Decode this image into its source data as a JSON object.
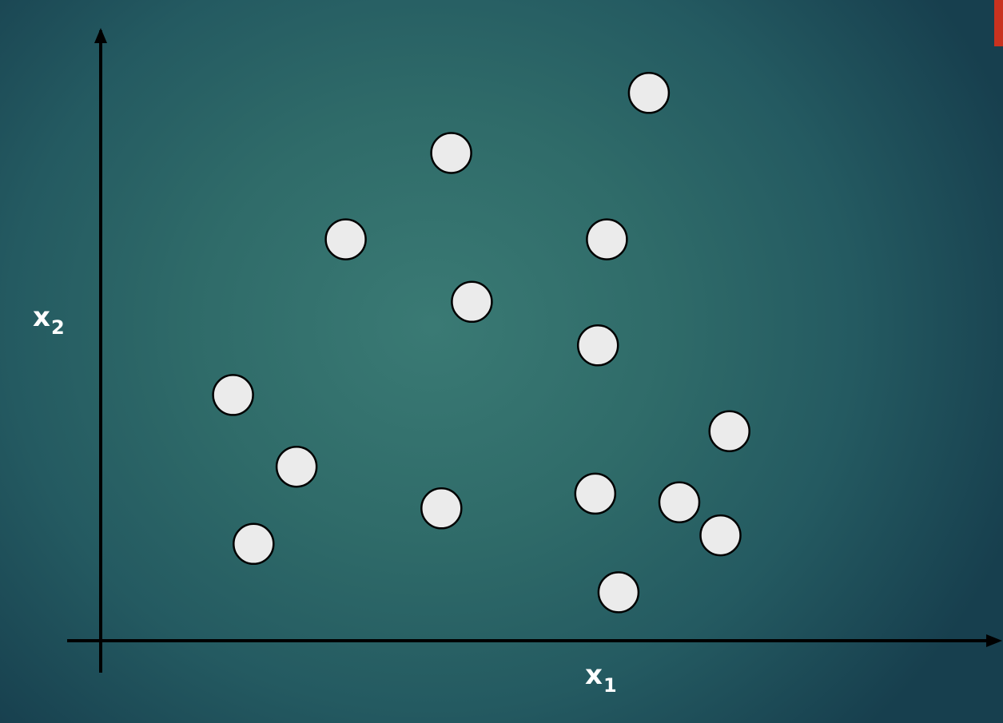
{
  "slide": {
    "accent_color": "#c9321f",
    "background_color": "#2f6b69"
  },
  "chart_data": {
    "type": "scatter",
    "xlabel": "x",
    "xlabel_sub": "1",
    "ylabel": "x",
    "ylabel_sub": "2",
    "xlim": [
      0,
      100
    ],
    "ylim": [
      0,
      100
    ],
    "grid": false,
    "ticks": false,
    "marker_fill": "#ebebeb",
    "marker_edge": "#000000",
    "axis_color": "#000000",
    "points": [
      {
        "x": 61.3,
        "y": 89.4
      },
      {
        "x": 39.2,
        "y": 79.6
      },
      {
        "x": 27.4,
        "y": 65.5
      },
      {
        "x": 56.6,
        "y": 65.5
      },
      {
        "x": 41.5,
        "y": 55.3
      },
      {
        "x": 55.6,
        "y": 48.2
      },
      {
        "x": 14.8,
        "y": 40.1
      },
      {
        "x": 70.3,
        "y": 34.2
      },
      {
        "x": 21.9,
        "y": 28.4
      },
      {
        "x": 38.1,
        "y": 21.6
      },
      {
        "x": 55.3,
        "y": 24.0
      },
      {
        "x": 64.7,
        "y": 22.6
      },
      {
        "x": 69.3,
        "y": 17.2
      },
      {
        "x": 17.1,
        "y": 15.8
      },
      {
        "x": 57.9,
        "y": 7.9
      }
    ]
  }
}
